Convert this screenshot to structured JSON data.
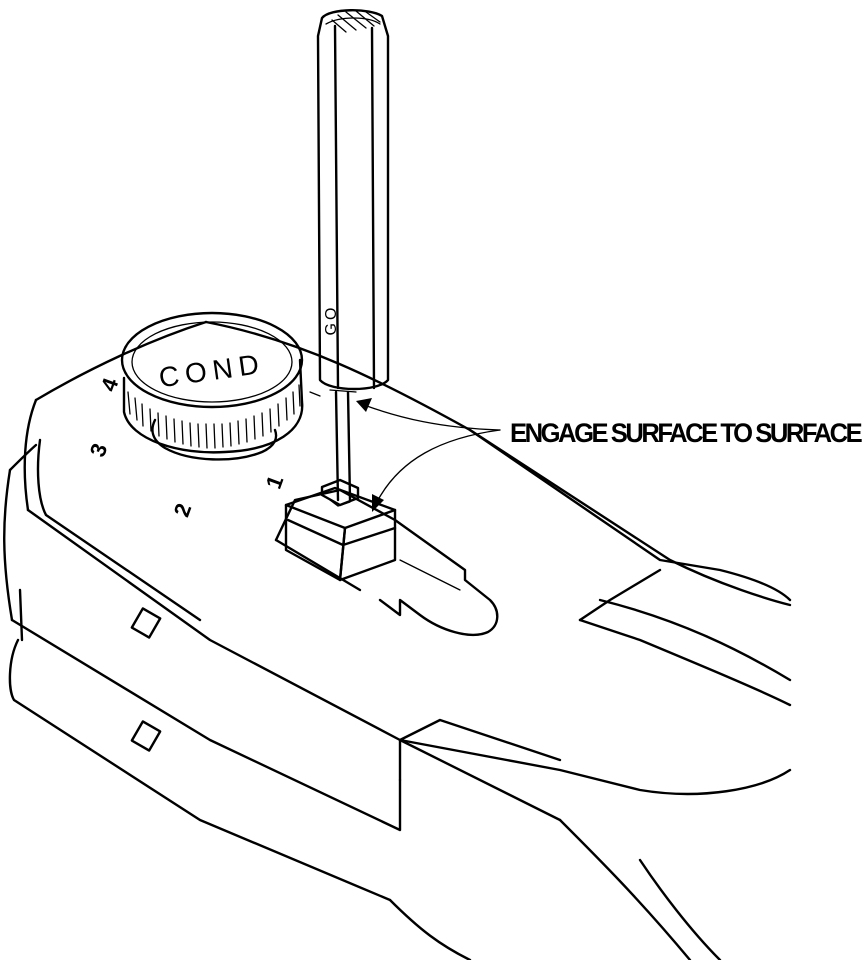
{
  "callout": "ENGAGE SURFACE TO SURFACE",
  "knob_label": "COND",
  "gauge_label": "GO",
  "dial_marks": [
    "4",
    "3",
    "2",
    "1"
  ]
}
